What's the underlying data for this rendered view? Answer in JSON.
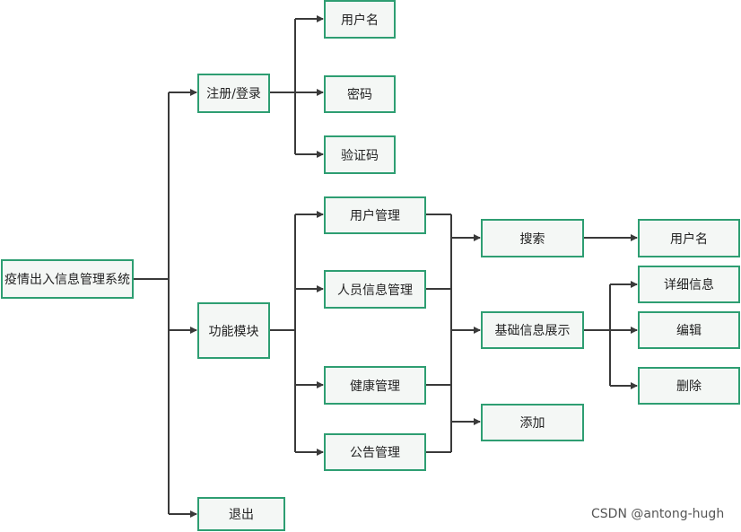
{
  "nodes": {
    "root": "疫情出入信息管理系统",
    "register_login": "注册/登录",
    "username": "用户名",
    "password": "密码",
    "captcha": "验证码",
    "function_module": "功能模块",
    "user_management": "用户管理",
    "person_info_management": "人员信息管理",
    "health_management": "健康管理",
    "notice_management": "公告管理",
    "search": "搜索",
    "basic_info_display": "基础信息展示",
    "add": "添加",
    "search_username": "用户名",
    "detail_info": "详细信息",
    "edit": "编辑",
    "delete": "删除",
    "logout": "退出"
  },
  "watermark": "CSDN @antong-hugh",
  "colors": {
    "node_border": "#2e9e72",
    "node_fill": "#f4f7f5",
    "edge": "#3a3a3a"
  }
}
